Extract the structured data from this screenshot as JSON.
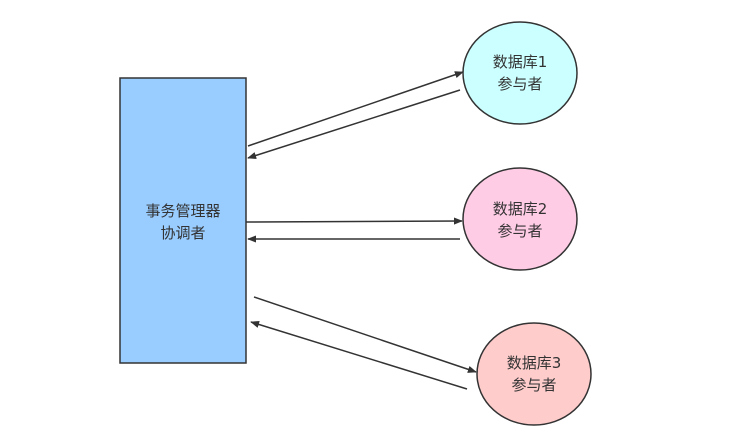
{
  "coordinator": {
    "line1": "事务管理器",
    "line2": "协调者",
    "fill": "#99CCFF",
    "stroke": "#333333"
  },
  "participants": [
    {
      "line1": "数据库1",
      "line2": "参与者",
      "fill": "#CCFFFF"
    },
    {
      "line1": "数据库2",
      "line2": "参与者",
      "fill": "#FFCCE6"
    },
    {
      "line1": "数据库3",
      "line2": "参与者",
      "fill": "#FFCCCC"
    }
  ],
  "colors": {
    "stroke": "#333333",
    "arrow": "#333333",
    "background": "#FFFFFF"
  }
}
